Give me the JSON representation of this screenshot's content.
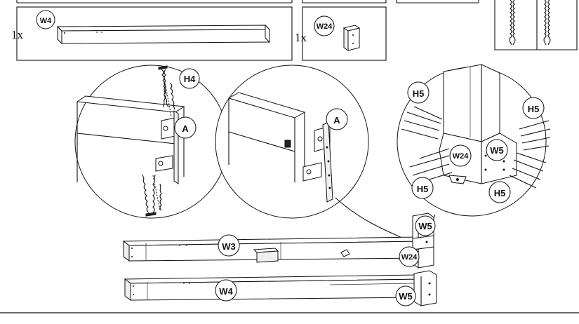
{
  "parts_list": {
    "w4": {
      "qty": "1x",
      "label": "W4"
    },
    "w24": {
      "qty": "1x",
      "label": "W24"
    }
  },
  "detail_left": {
    "screw_label": "H4",
    "bracket_label": "A"
  },
  "detail_middle": {
    "bracket_label": "A"
  },
  "detail_right": {
    "screw_labels": [
      "H5",
      "H5",
      "H5",
      "H5"
    ],
    "part_labels": [
      "W24",
      "W5"
    ]
  },
  "assembly": {
    "upper_beam_label": "W3",
    "lower_beam_label": "W4",
    "upper_corner_label": "W5",
    "upper_block_label": "W24",
    "lower_corner_label": "W5"
  }
}
